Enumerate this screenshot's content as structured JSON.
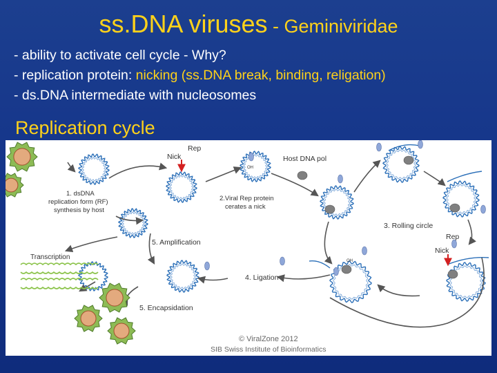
{
  "title": {
    "main": "ss.DNA viruses",
    "sub": " - Geminiviridae"
  },
  "bullets": [
    {
      "prefix": "- ability to activate cell cycle ",
      "highlight": "- Why?",
      "suffix": ""
    },
    {
      "prefix": "- replication protein: ",
      "highlight": "nicking (ss.DNA break, binding, religation)",
      "suffix": ""
    },
    {
      "prefix": "- ds.DNA intermediate with nucleosomes",
      "highlight": "",
      "suffix": ""
    }
  ],
  "section_heading": "Replication cycle",
  "diagram": {
    "labels": {
      "rep_top": "Rep",
      "nick_top": "Nick",
      "step1_line1": "1. dsDNA",
      "step1_line2": "replication form (RF)",
      "step1_line3": "synthesis by host",
      "host_pol": "Host DNA pol",
      "step2_line1": "2.Viral Rep protein",
      "step2_line2": "cerates a nick",
      "step3": "3. Rolling circle",
      "rep_right": "Rep",
      "nick_right": "Nick",
      "step5": "5. Amplification",
      "transcription": "Transcription",
      "step4": "4. Ligation",
      "step5b": "5. Encapsidation",
      "oh_1": "OH",
      "oh_2": "OH"
    },
    "credit_line1": "© ViralZone 2012",
    "credit_line2": "SIB Swiss Institute of Bioinformatics",
    "colors": {
      "circle_stroke": "#2b6fb8",
      "arrow": "#555555",
      "capsid_fill": "#8dbb55",
      "capsid_core": "#e3aa7e",
      "rep_protein": "#8fa7d9",
      "host_pol": "#808080",
      "nick_arrow": "#d32020",
      "transcript": "#8bc34a"
    }
  }
}
